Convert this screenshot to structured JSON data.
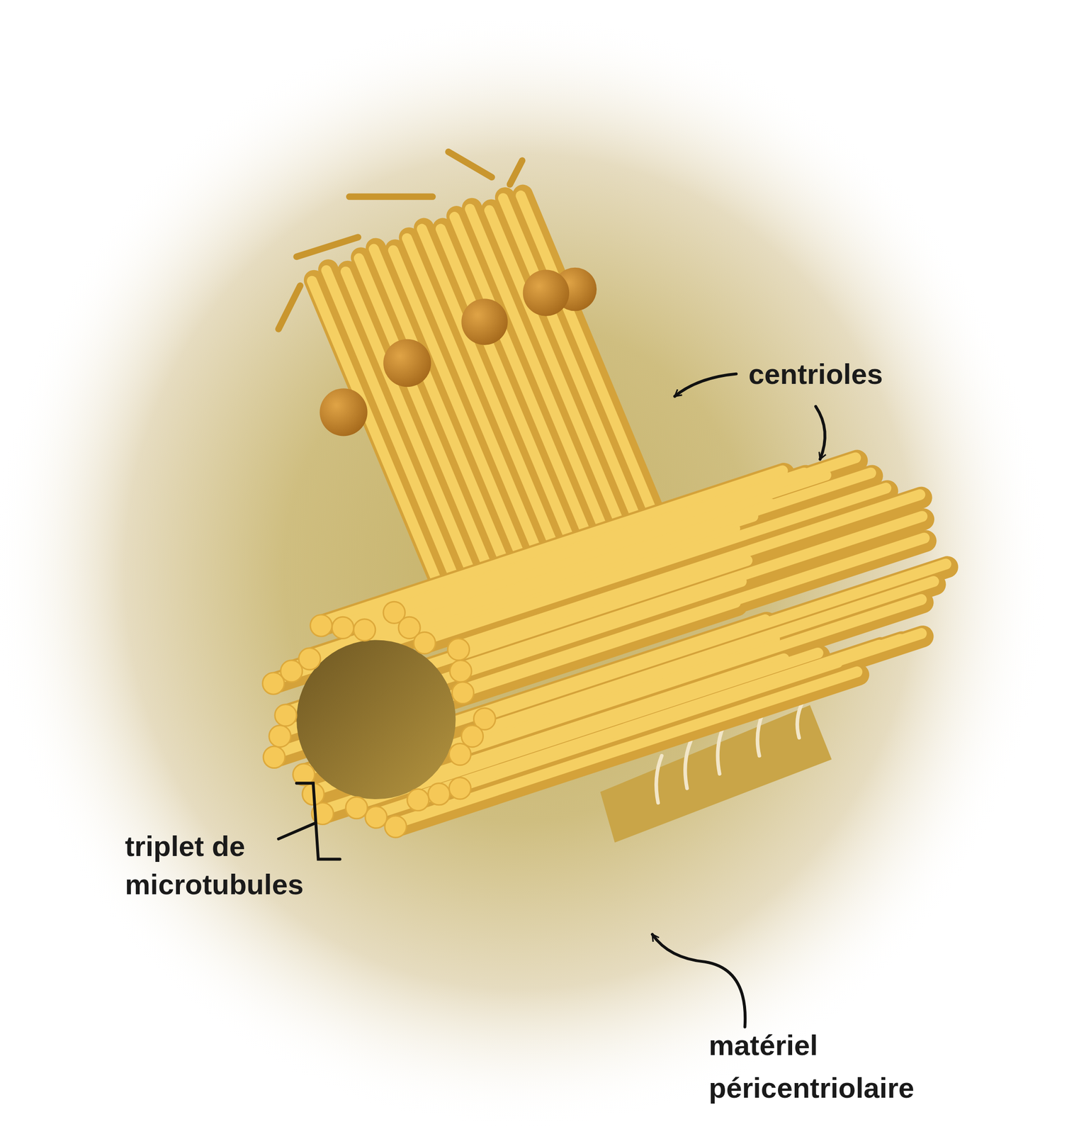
{
  "diagram": {
    "labels": [
      "centrioles",
      "triplet de microtubules",
      "matériel péricentriolaire"
    ]
  }
}
